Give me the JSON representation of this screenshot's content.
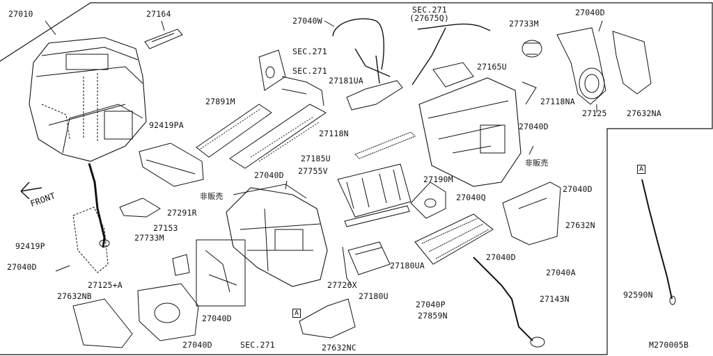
{
  "diagram": {
    "diagram_code": "M270005B",
    "direction_label": "FRONT",
    "section_ref_marker": "A",
    "part_labels": {
      "p27010": "27010",
      "p27164": "27164",
      "p27040W": "27040W",
      "sec271_top": "SEC.271",
      "sec271_top_sub": "(27675Q)",
      "p27733M_top": "27733M",
      "p27040D_top": "27040D",
      "sec271_a": "SEC.271",
      "sec271_b": "SEC.271",
      "p27181UA": "27181UA",
      "p27165U": "27165U",
      "p27891M": "27891M",
      "p92419PA": "92419PA",
      "p27118N": "27118N",
      "p27118NA": "27118NA",
      "p27125": "27125",
      "p27632NA": "27632NA",
      "p27040D_mid": "27040D",
      "p27185U": "27185U",
      "p27040D_c": "27040D",
      "p27755V": "27755V",
      "hanbai_a": "非販売",
      "hanbai_b": "非販売",
      "p27190M": "27190M",
      "p27040D_r": "27040D",
      "p27040Q": "27040Q",
      "p27291R": "27291R",
      "p27632N": "27632N",
      "p27153": "27153",
      "p27733M_l": "27733M",
      "p92419P": "92419P",
      "p27180UA": "27180UA",
      "p27040D_rr": "27040D",
      "p27040D_l": "27040D",
      "p27040A": "27040A",
      "p27125A": "27125+A",
      "p27726X": "27726X",
      "p27632NB": "27632NB",
      "p27180U": "27180U",
      "p27040P": "27040P",
      "p27143N": "27143N",
      "p27859N": "27859N",
      "p92590N": "92590N",
      "p27040D_b1": "27040D",
      "p27040D_b2": "27040D",
      "sec271_bottom": "SEC.271",
      "p27632NC": "27632NC"
    }
  }
}
